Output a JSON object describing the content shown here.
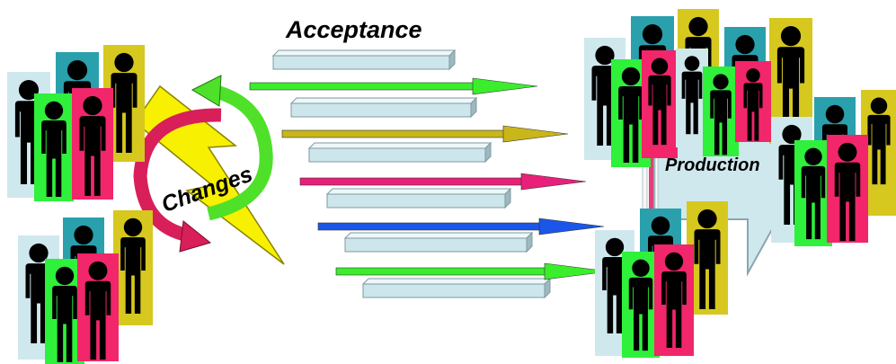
{
  "labels": {
    "top": "Acceptance",
    "cycle": "Changes",
    "target": "Production"
  },
  "colors": {
    "background": "#ffffff",
    "figure": "#000000",
    "panel_lightblue": "#cfe8ee",
    "panel_teal": "#2aa0ad",
    "panel_yellow": "#d6c81e",
    "panel_green": "#2ff03a",
    "panel_pink": "#f2266a",
    "bar_fill": "#cde6ec",
    "bar_edge": "#7f9aa0",
    "arrow_green": "#3aee2c",
    "arrow_olive": "#c8b61a",
    "arrow_pink": "#e8207a",
    "arrow_blue": "#1b56e8",
    "lightning": "#f7f000",
    "cycle_green": "#4fe02a",
    "cycle_pink": "#d81f5a",
    "big_arrow": "#cfe8ee"
  },
  "icons": {
    "person": "person-icon",
    "cycle": "cycle-arrows-icon",
    "lightning": "lightning-bolt-icon"
  }
}
